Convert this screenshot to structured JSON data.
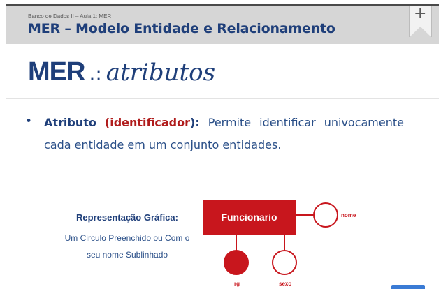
{
  "header": {
    "course": "Banco de Dados II – Aula 1: MER",
    "topic": "MER – Modelo Entidade e Relacionamento",
    "plus_glyph": "+"
  },
  "slide": {
    "title_main": "MER",
    "title_sep": ".:",
    "title_script": "atributos"
  },
  "content": {
    "bullet_glyph": "•",
    "term": "Atributo",
    "paren_open": "(",
    "qualifier": "identificador",
    "paren_close": "):",
    "description": "Permite identificar univocamente cada entidade em um conjunto entidades."
  },
  "representation": {
    "title": "Representação Gráfica:",
    "line1": "Um Circulo Preenchido ou Com o",
    "line2": "seu nome Sublinhado"
  },
  "diagram": {
    "entity": "Funcionario",
    "attributes": [
      {
        "name": "nome",
        "identifier": false
      },
      {
        "name": "rg",
        "identifier": true
      },
      {
        "name": "sexo",
        "identifier": false
      }
    ],
    "color": "#c8161d"
  },
  "colors": {
    "primary_blue": "#1f3f7a",
    "accent_red": "#c8161d",
    "header_gray": "#d6d6d6"
  }
}
